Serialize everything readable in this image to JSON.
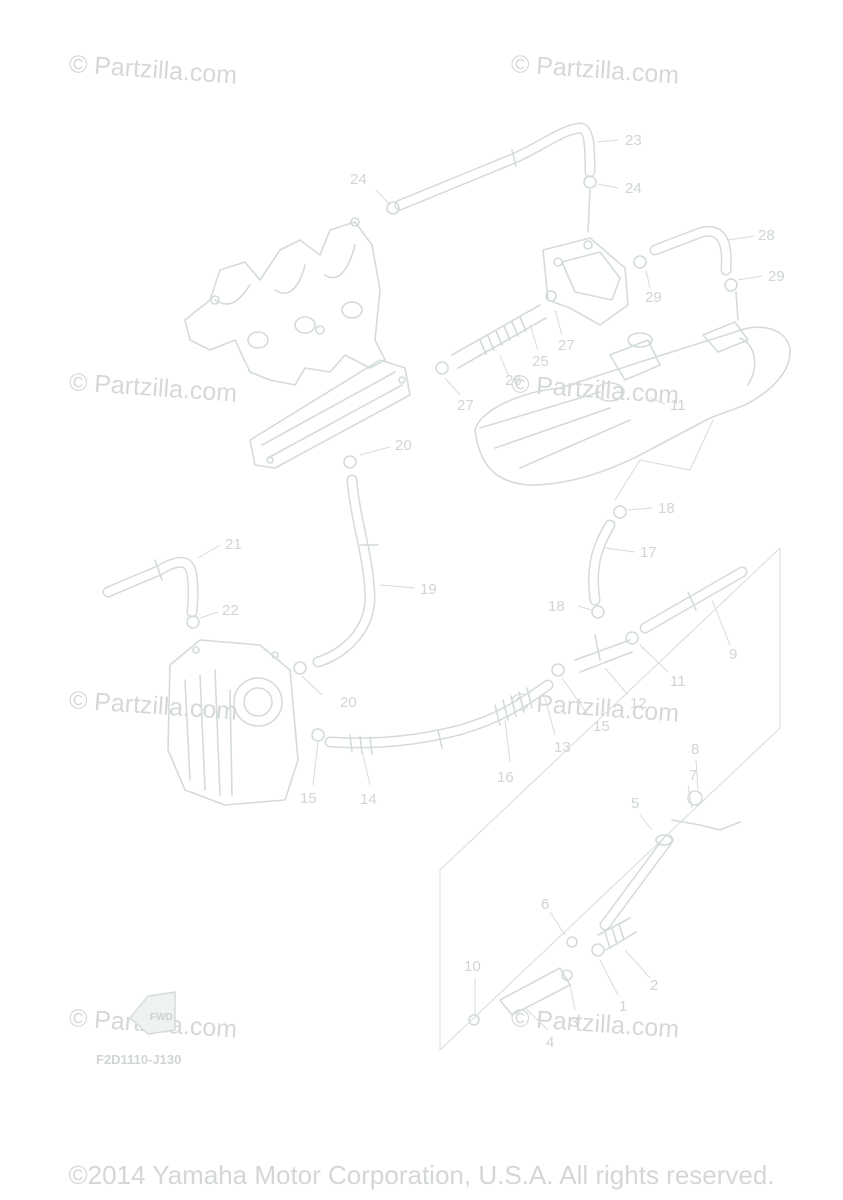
{
  "watermarks": [
    "© Partzilla.com",
    "© Partzilla.com",
    "© Partzilla.com",
    "© Partzilla.com",
    "© Partzilla.com",
    "© Partzilla.com",
    "© Partzilla.com",
    "© Partzilla.com"
  ],
  "diagram_code": "F2D1110-J130",
  "fwd_label": "FWD",
  "copyright": "©2014 Yamaha Motor Corporation, U.S.A. All rights reserved.",
  "callouts": [
    "23",
    "24",
    "24",
    "28",
    "29",
    "29",
    "27",
    "25",
    "26",
    "27",
    "20",
    "11",
    "18",
    "17",
    "21",
    "19",
    "22",
    "18",
    "9",
    "11",
    "12",
    "20",
    "15",
    "13",
    "16",
    "15",
    "14",
    "8",
    "7",
    "5",
    "6",
    "2",
    "1",
    "3",
    "10",
    "4"
  ]
}
